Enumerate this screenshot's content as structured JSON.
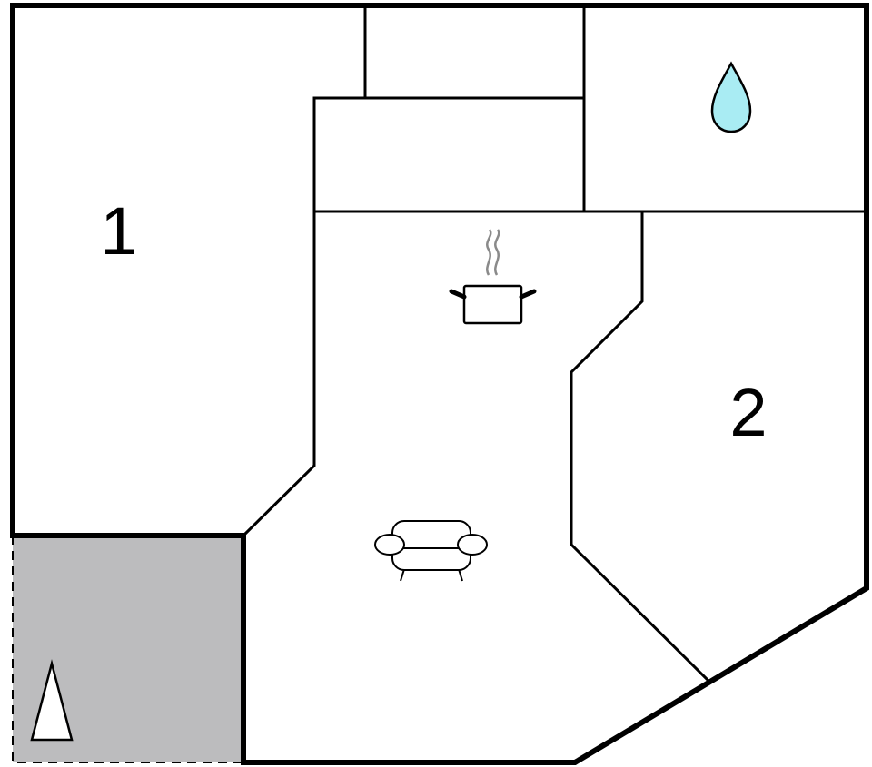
{
  "rooms": [
    {
      "id": "bedroom-1",
      "label": "1"
    },
    {
      "id": "bedroom-2",
      "label": "2"
    }
  ],
  "icons": {
    "bathroom": "water-drop-icon",
    "kitchen": "cooking-pot-icon",
    "living_room": "sofa-icon",
    "terrace": "north-arrow-icon"
  },
  "colors": {
    "background": "#ffffff",
    "walls": "#000000",
    "terrace_fill": "#bcbcbe",
    "water_drop": "#a9ecf3",
    "steam": "#8a8a8a"
  }
}
